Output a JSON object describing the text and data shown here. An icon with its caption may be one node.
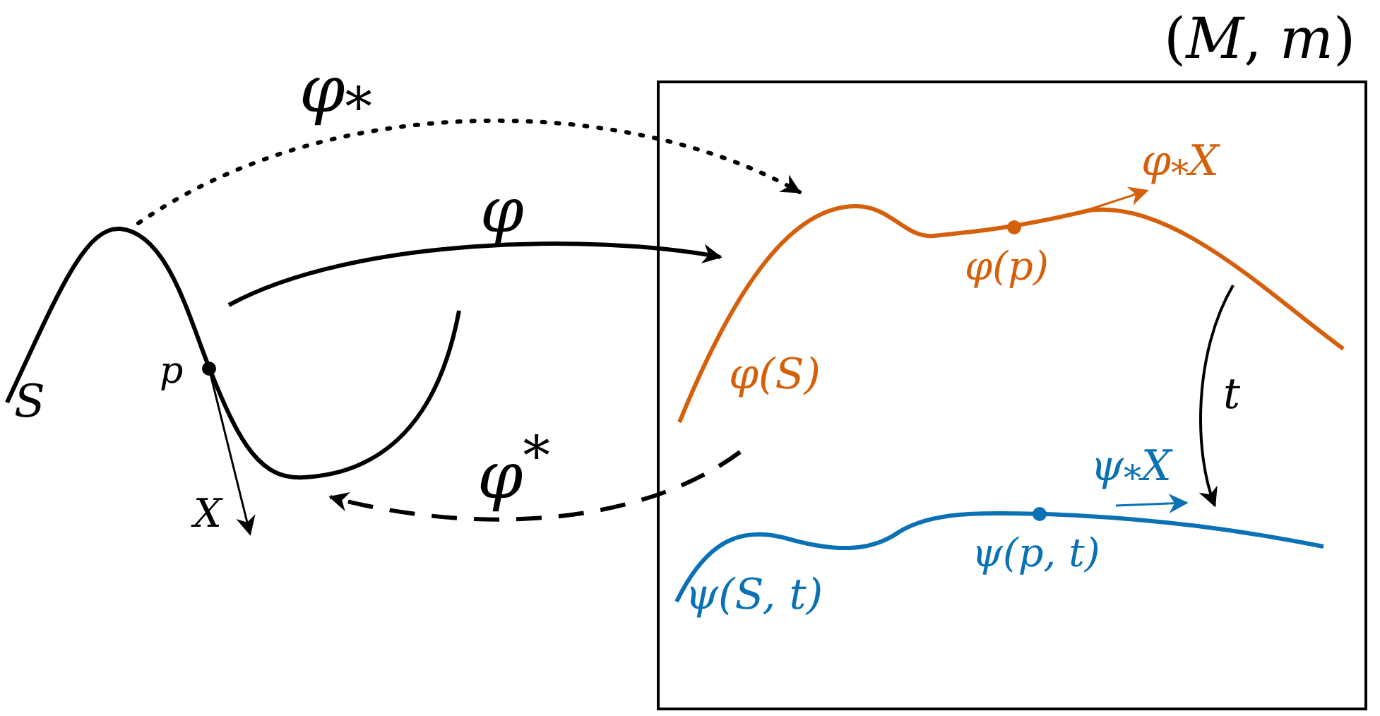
{
  "diagram": {
    "nodes": [
      {
        "text": [
          "(*M*, *m*)"
        ]
      },
      {
        "text": [
          "S"
        ]
      },
      {
        "text": [
          "φ(S)"
        ],
        "in": 0
      },
      {
        "text": [
          "ψ(S, t)"
        ],
        "in": 0
      }
    ],
    "edges": [
      {
        "from": 1,
        "to": 2,
        "arrow": "to",
        "label": "φ$_{*}$",
        "style": "dashed"
      },
      {
        "from": 1,
        "to": 2,
        "arrow": "to",
        "label": "φ"
      },
      {
        "from": 2,
        "to": 1,
        "arrow": "to",
        "label": "φ$^{*}$",
        "style": "dashed"
      },
      {
        "from": 2,
        "to": 3,
        "arrow": "to",
        "label": "t"
      }
    ],
    "labels": [
      "p",
      "X",
      "φ$_{*}$X",
      "φ(p)",
      "ψ$_{*}$X",
      "ψ(p, t)"
    ]
  }
}
